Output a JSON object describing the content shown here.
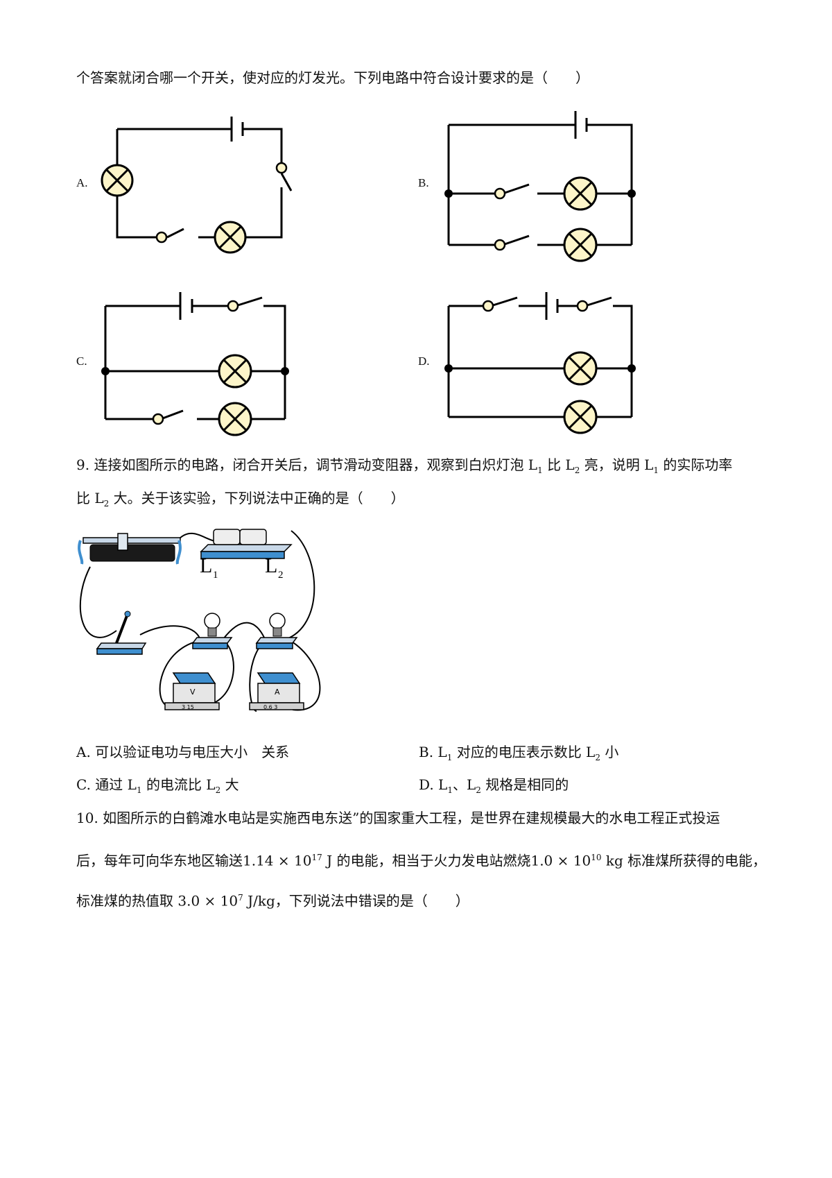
{
  "q8": {
    "line1": "个答案就闭合哪一个开关，使对应的灯发光。下列电路中符合设计要求的是（　　）",
    "labels": [
      "A.",
      "B.",
      "C.",
      "D."
    ]
  },
  "q9": {
    "line1": {
      "t1": "9. 连接如图所示的电路，闭合开关后，调节滑动变阻器，观察到白炽灯泡 L",
      "s1": "1",
      "t2": " 比 L",
      "s2": "2",
      "t3": " 亮，说明 L",
      "s3": "1",
      "t4": " 的实际功率"
    },
    "line2": {
      "t1": "比 L",
      "s1": "2",
      "t2": " 大。关于该实验，下列说法中正确的是（　　）"
    },
    "figure": {
      "l1_label": "L",
      "l1_sub": "1",
      "l2_label": "L",
      "l2_sub": "2",
      "voltmeter_symbol": "V",
      "voltmeter_scale": "3  15",
      "ammeter_symbol": "A",
      "ammeter_scale": "0.6  3"
    },
    "options": {
      "a": "A.  可以验证电功与电压大小　关系",
      "b": {
        "t1": "B. L",
        "s1": "1",
        "t2": " 对应的电压表示数比 L",
        "s2": "2",
        "t3": " 小"
      },
      "c": {
        "t1": "C.  通过 L",
        "s1": "1",
        "t2": " 的电流比 L",
        "s2": "2",
        "t3": " 大"
      },
      "d": {
        "t1": "D. L",
        "s1": "1",
        "t2": "、L",
        "s2": "2",
        "t3": " 规格是相同的"
      }
    }
  },
  "q10": {
    "line1": "10.  如图所示的白鹤滩水电站是实施西电东送”的国家重大工程，是世界在建规模最大的水电工程正式投运",
    "line2": {
      "t1": "后，每年可向华东地区输送",
      "m1": "1.14 × 10",
      "e1": "17",
      "u1": " J",
      "t2": " 的电能，相当于火力发电站燃烧",
      "m2": "1.0 × 10",
      "e2": "10",
      "u2": " kg",
      "t3": " 标准煤所获得的电能，"
    },
    "line3": {
      "t1": "标准煤的热值取 ",
      "m1": "3.0 × 10",
      "e1": "7",
      "u1": " J/kg",
      "t2": "，下列说法中错误的是（　　）"
    }
  },
  "colors": {
    "lamp_fill": "#fdf5c9",
    "wire": "#000000",
    "meter_blue": "#3f8fcf"
  }
}
